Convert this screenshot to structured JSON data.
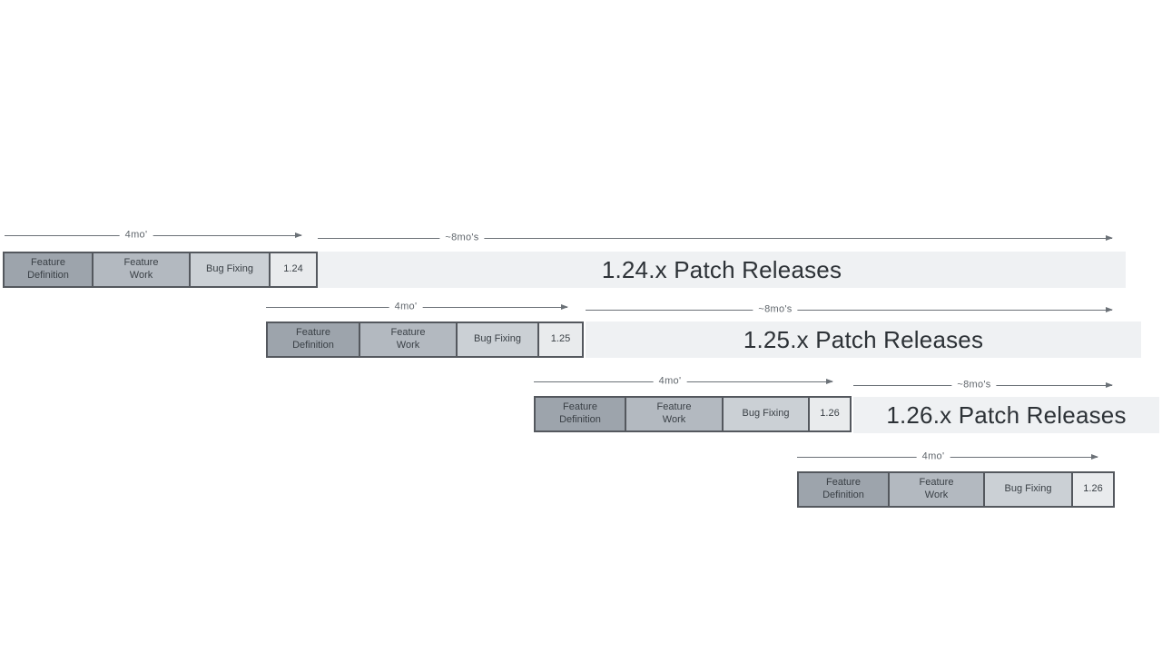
{
  "shared": {
    "phase_labels": {
      "feature_definition": "Feature Definition",
      "feature_work": "Feature Work",
      "bug_fixing": "Bug Fixing"
    },
    "cycle_duration_label": "4mo'",
    "patch_duration_label": "~8mo's"
  },
  "releases": [
    {
      "version": "1.24",
      "patch_label": "1.24.x Patch Releases"
    },
    {
      "version": "1.25",
      "patch_label": "1.25.x Patch Releases"
    },
    {
      "version": "1.26",
      "patch_label": "1.26.x Patch Releases"
    },
    {
      "version": "1.26",
      "patch_label": ""
    }
  ],
  "colors": {
    "background": "#ffffff",
    "feature_definition_fill": "#9da4ac",
    "feature_work_fill": "#b3b9c0",
    "bug_fixing_fill": "#cbd0d5",
    "version_box_fill": "#e9ebed",
    "patch_bar_fill": "#eff1f3",
    "box_border": "#54585e",
    "arrow": "#6b7177",
    "label_text": "#60666c",
    "box_text": "#3a4046",
    "patch_text": "#2d3237"
  }
}
